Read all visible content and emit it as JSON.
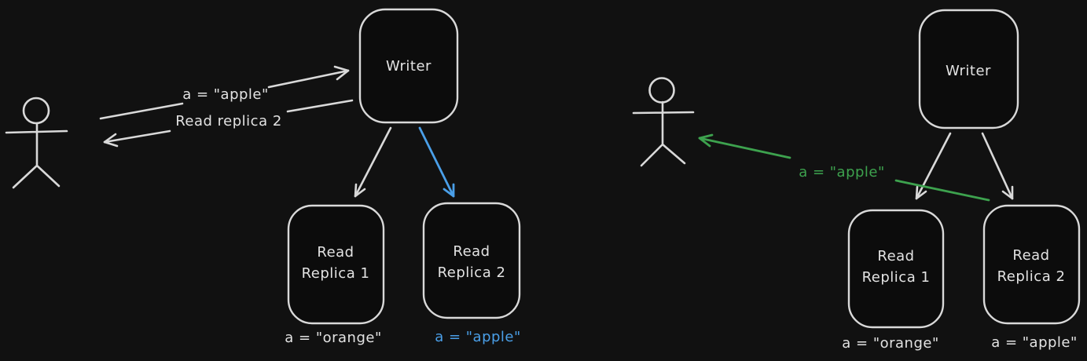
{
  "colors": {
    "background": "#111111",
    "ink": "#d9d9d9",
    "text": "#e3e3e3",
    "blue": "#4a9fe8",
    "green": "#3da24e"
  },
  "left": {
    "writer_label": "Writer",
    "replica1_label": [
      "Read",
      "Replica 1"
    ],
    "replica2_label": [
      "Read",
      "Replica 2"
    ],
    "write_request_label": "a = \"apple\"",
    "read_request_label": "Read replica 2",
    "replica1_value": "a = \"orange\"",
    "replica2_value": "a = \"apple\""
  },
  "right": {
    "writer_label": "Writer",
    "replica1_label": [
      "Read",
      "Replica 1"
    ],
    "replica2_label": [
      "Read",
      "Replica 2"
    ],
    "read_response_label": "a = \"apple\"",
    "replica1_value": "a = \"orange\"",
    "replica2_value": "a = \"apple\""
  }
}
